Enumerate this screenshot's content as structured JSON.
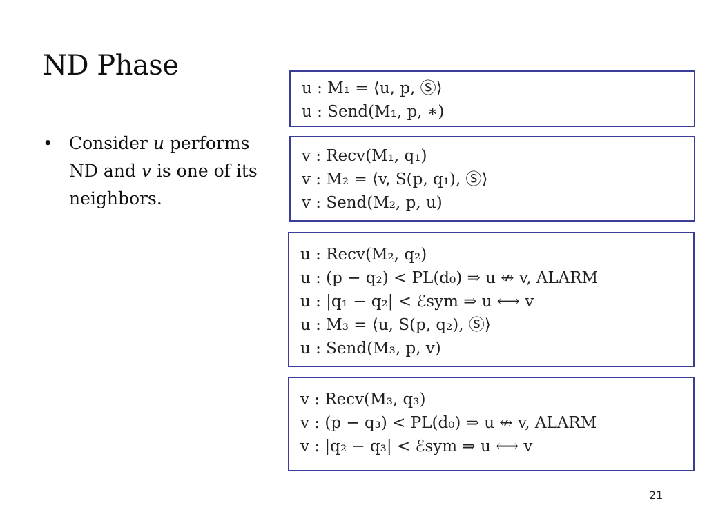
{
  "slide": {
    "title": "ND Phase",
    "bullet": {
      "prefix": "Consider ",
      "u": "u",
      "middle": " performs ND and ",
      "v": "v",
      "suffix": " is one of its neighbors."
    },
    "page_number": "21"
  },
  "boxes": [
    {
      "lines": [
        "u : M₁ = ⟨u, p, Ⓢ⟩",
        "u : Send(M₁, p, ∗)"
      ]
    },
    {
      "lines": [
        "v : Recv(M₁, q₁)",
        "v : M₂ = ⟨v, S(p, q₁), Ⓢ⟩",
        "v : Send(M₂, p, u)"
      ]
    },
    {
      "lines": [
        "u : Recv(M₂, q₂)",
        "u : (p − q₂) < PL(d₀) ⇒ u ↮ v, ALARM",
        "u : |q₁ − q₂| < ℰsym ⇒ u ⟷ v",
        "u : M₃ = ⟨u, S(p, q₂), Ⓢ⟩",
        "u : Send(M₃, p, v)"
      ]
    },
    {
      "lines": [
        "v : Recv(M₃, q₃)",
        "v : (p − q₃) < PL(d₀) ⇒ u ↮ v, ALARM",
        "v : |q₂ − q₃| < ℰsym ⇒ u ⟷ v"
      ]
    }
  ]
}
